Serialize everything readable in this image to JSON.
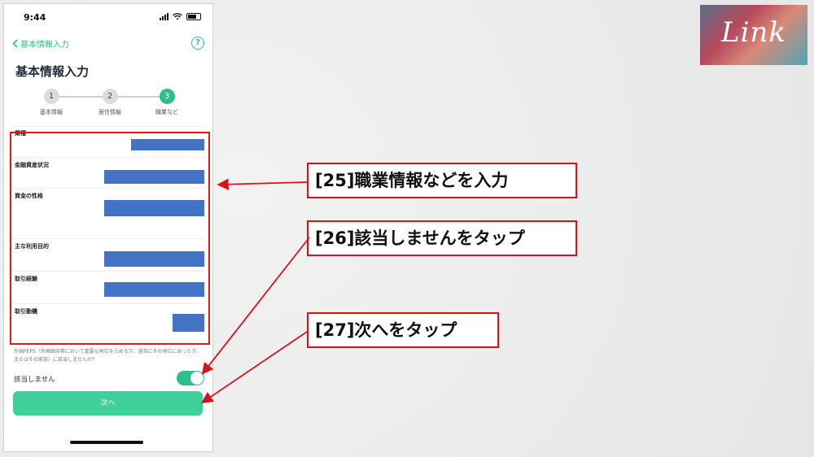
{
  "status_bar": {
    "time": "9:44"
  },
  "nav": {
    "back_label": "基本情報入力",
    "help_symbol": "?"
  },
  "page_title": "基本情報入力",
  "steps": [
    {
      "number": "1",
      "label": "基本情報",
      "state": "inactive"
    },
    {
      "number": "2",
      "label": "居住情報",
      "state": "inactive"
    },
    {
      "number": "3",
      "label": "職業など",
      "state": "active"
    }
  ],
  "form_fields": [
    {
      "label": "業種",
      "value_redacted": true
    },
    {
      "label": "金融資産状況",
      "value_redacted": true
    },
    {
      "label": "資金の性格",
      "value_redacted": true
    },
    {
      "label": "主な利用目的",
      "value_redacted": true
    },
    {
      "label": "取引経験",
      "value_redacted": true
    },
    {
      "label": "取引動機",
      "value_redacted": true
    }
  ],
  "peps_question": "外国PEPS（外国政府等において重要な地位を占める方、過去にその地位にあった方、またはその家族）に該当しませんか？",
  "toggle": {
    "label": "該当しません",
    "on": true
  },
  "next_button": "次へ",
  "callouts": {
    "c25": "[25]職業情報などを入力",
    "c26": "[26]該当しませんをタップ",
    "c27": "[27]次へをタップ"
  },
  "logo": {
    "text": "Link"
  },
  "colors": {
    "accent": "#2bbf8a",
    "callout_border": "#d8121a",
    "redaction": "#4472c4"
  }
}
